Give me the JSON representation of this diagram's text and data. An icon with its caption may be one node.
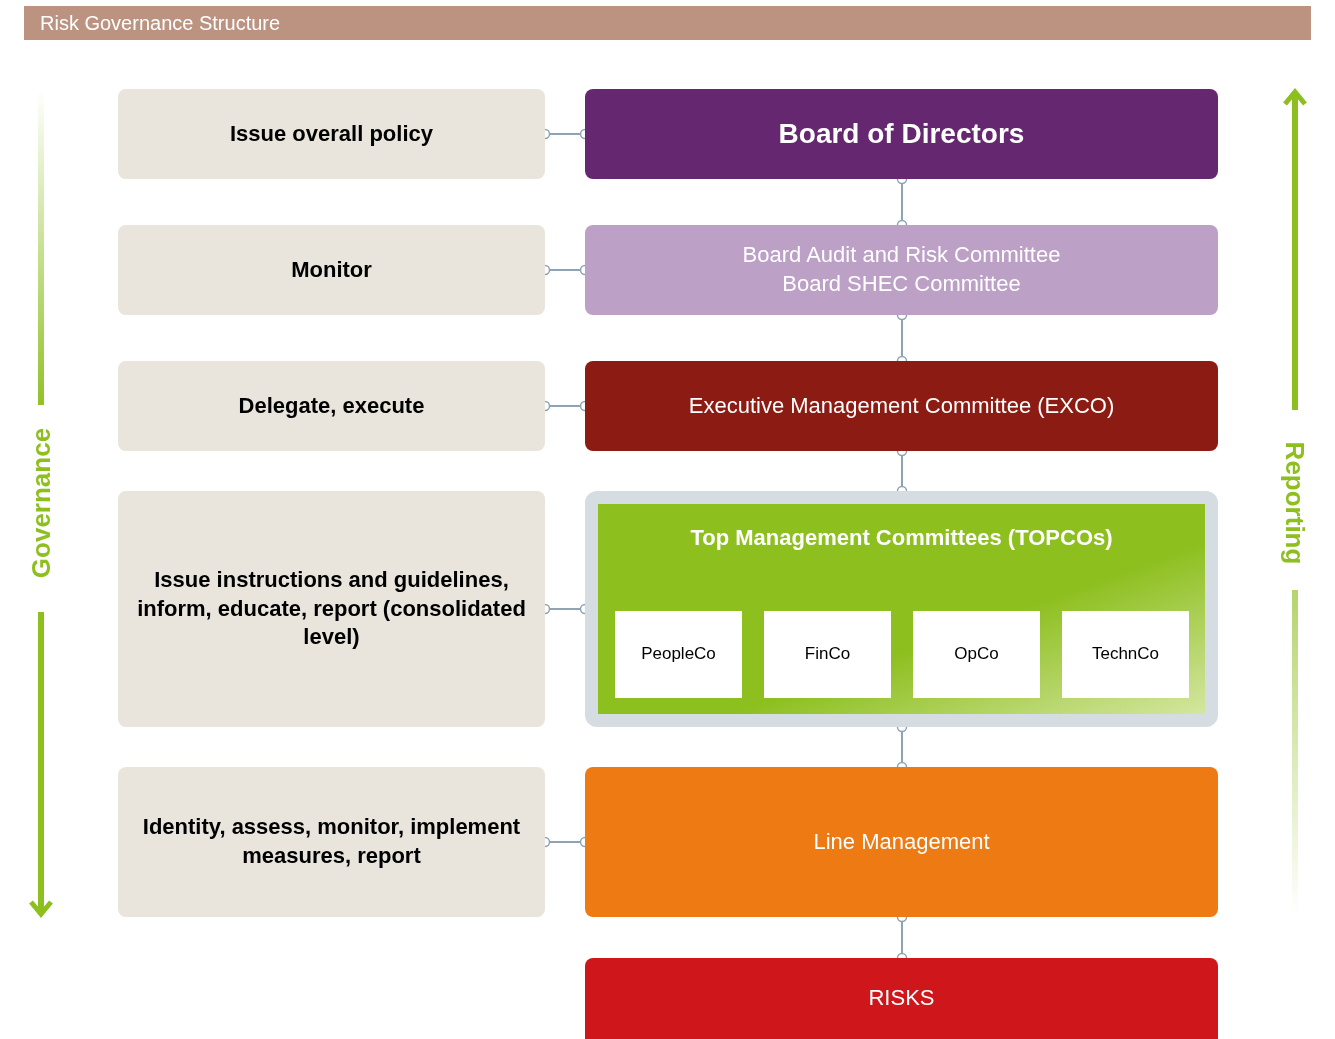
{
  "diagram": {
    "title": "Risk Governance Structure",
    "nodes": [
      {
        "text": [
          "Issue overall policy"
        ]
      },
      {
        "text": [
          "Board of Directors"
        ]
      },
      {
        "text": [
          "Monitor"
        ]
      },
      {
        "text": [
          "Board Audit and Risk Committee",
          "Board SHEC Committee"
        ]
      },
      {
        "text": [
          "Delegate, execute"
        ]
      },
      {
        "text": [
          "Executive Management Committee (EXCO)"
        ]
      },
      {
        "text": [
          "Issue instructions and guidelines, inform, educate, report (consolidated level)"
        ]
      },
      {
        "text": [
          "Top Management Committees (TOPCOs)"
        ]
      },
      {
        "text": [
          "PeopleCo"
        ],
        "in": 7
      },
      {
        "text": [
          "FinCo"
        ],
        "in": 7
      },
      {
        "text": [
          "OpCo"
        ],
        "in": 7
      },
      {
        "text": [
          "TechnCo"
        ],
        "in": 7
      },
      {
        "text": [
          "Identity, assess, monitor, implement measures, report"
        ]
      },
      {
        "text": [
          "Line Management"
        ]
      },
      {
        "text": [
          "RISKS"
        ]
      }
    ],
    "edges": [
      {
        "from": 0,
        "to": 1,
        "arrow": "other"
      },
      {
        "from": 1,
        "to": 3,
        "arrow": "other"
      },
      {
        "from": 2,
        "to": 3,
        "arrow": "other"
      },
      {
        "from": 3,
        "to": 5,
        "arrow": "other"
      },
      {
        "from": 4,
        "to": 5,
        "arrow": "other"
      },
      {
        "from": 5,
        "to": 7,
        "arrow": "other"
      },
      {
        "from": 6,
        "to": 7,
        "arrow": "other"
      },
      {
        "from": 7,
        "to": 13,
        "arrow": "other"
      },
      {
        "from": 12,
        "to": 13,
        "arrow": "other"
      },
      {
        "from": 13,
        "to": 14,
        "arrow": "other"
      }
    ],
    "labels": [
      "Governance",
      "Reporting"
    ]
  }
}
